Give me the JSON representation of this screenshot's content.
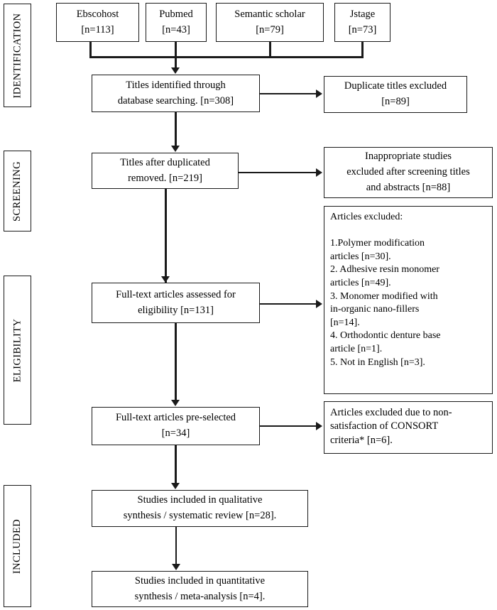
{
  "diagram": {
    "type": "prisma-flow-diagram",
    "stages": [
      {
        "label": "IDENTIFICATION"
      },
      {
        "label": "SCREENING"
      },
      {
        "label": "ELIGIBILITY"
      },
      {
        "label": "INCLUDED"
      }
    ],
    "sources": [
      {
        "name": "Ebscohost",
        "count": "[n=113]",
        "text": "Ebscohost\n[n=113]"
      },
      {
        "name": "Pubmed",
        "count": "[n=43]",
        "text": "Pubmed\n[n=43]"
      },
      {
        "name": "Semantic scholar",
        "count": "[n=79]",
        "text": "Semantic scholar\n[n=79]"
      },
      {
        "name": "Jstage",
        "count": "[n=73]",
        "text": "Jstage\n[n=73]"
      }
    ],
    "nodes": {
      "titles_identified": "Titles  identified through\ndatabase searching. [n=308]",
      "duplicates_excluded": "Duplicate titles excluded\n[n=89]",
      "titles_after_duplicates": "Titles  after duplicated\nremoved. [n=219]",
      "inappropriate_excluded": "Inappropriate studies\nexcluded after screening titles\nand abstracts [n=88]",
      "articles_excluded_list": "Articles  excluded:\n\n1.Polymer modification\narticles  [n=30].\n2. Adhesive resin monomer\narticles  [n=49].\n3. Monomer modified with\nin-organic nano-fillers\n[n=14].\n4. Orthodontic denture base\narticle  [n=1].\n5. Not in English [n=3].",
      "fulltext_assessed": "Full-text articles  assessed for\neligibility  [n=131]",
      "fulltext_preselected": "Full-text articles  pre-selected\n[n=34]",
      "consort_excluded": "Articles  excluded due to non-\nsatisfaction of CONSORT\ncriteria* [n=6].",
      "qualitative_included": "Studies included in qualitative\nsynthesis / systematic review  [n=28].",
      "quantitative_included": "Studies included in quantitative\nsynthesis / meta-analysis [n=4]."
    },
    "counts": {
      "ebscohost": 113,
      "pubmed": 43,
      "semantic_scholar": 79,
      "jstage": 73,
      "titles_identified": 308,
      "duplicates_excluded": 89,
      "titles_after_duplicates": 219,
      "inappropriate_excluded": 88,
      "polymer_modification_excluded": 30,
      "adhesive_resin_monomer_excluded": 49,
      "monomer_nano_fillers_excluded": 14,
      "orthodontic_denture_base_excluded": 1,
      "not_in_english_excluded": 3,
      "fulltext_assessed": 131,
      "fulltext_preselected": 34,
      "consort_excluded": 6,
      "qualitative_included": 28,
      "quantitative_included": 4
    },
    "colors": {
      "line": "#1a1a1a",
      "background": "#ffffff",
      "text": "#000000"
    }
  }
}
